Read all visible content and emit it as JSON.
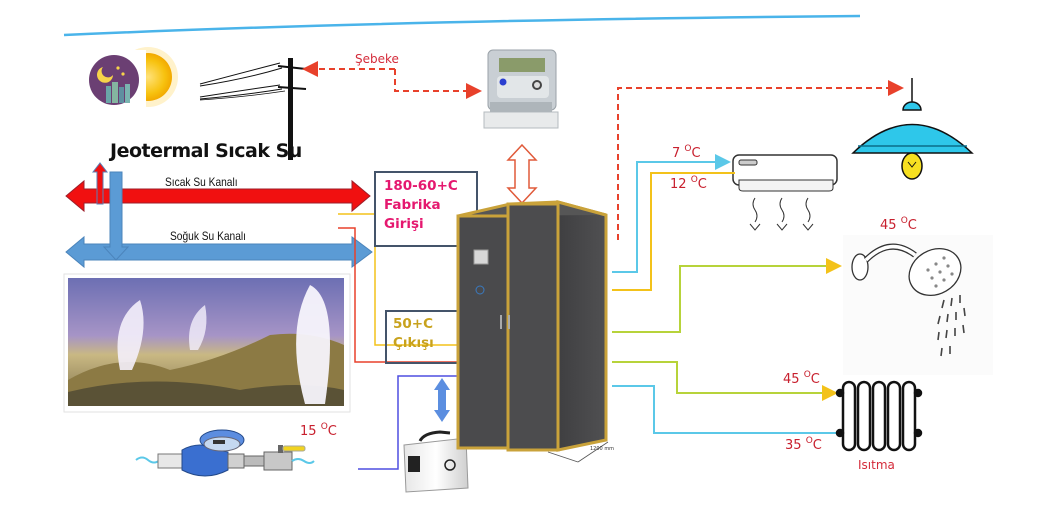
{
  "title": "Jeotermal Sıcak Su",
  "channels": {
    "hot": "Sıcak Su Kanalı",
    "cold": "Soğuk Su Kanalı"
  },
  "inlet_box": {
    "line1": "180-60+C",
    "line2": "Fabrika",
    "line3": "Girişi"
  },
  "outlet_box": {
    "line1": "50+C",
    "line2": "Çıkışı"
  },
  "grid_label": "Şebeke",
  "cabinet_dimension": "1200 mm",
  "temperatures": {
    "ac_supply": "7",
    "ac_return": "12",
    "shower": "45",
    "radiator_supply": "45",
    "radiator_return": "35",
    "water_inlet": "15",
    "unit": "OC"
  },
  "heating_label": "Isıtma",
  "icons": [
    "night-city-icon",
    "sun-icon",
    "power-pole-icon",
    "electricity-meter-icon",
    "ceiling-lamp-icon",
    "air-conditioner-icon",
    "shower-head-icon",
    "radiator-icon",
    "water-meter-icon",
    "battery-storage-icon",
    "energy-cabinet-icon",
    "geothermal-field-image"
  ],
  "colors": {
    "hot_channel": "#f11010",
    "cold_channel": "#5b9bd5",
    "grid_dashed": "#e8412b",
    "temp_text": "#c8202e",
    "inlet_text": "#e5186f",
    "outlet_text": "#c8a21d",
    "cabinet_frame": "#c9a23a",
    "cabinet_body": "#4a4a4c"
  }
}
